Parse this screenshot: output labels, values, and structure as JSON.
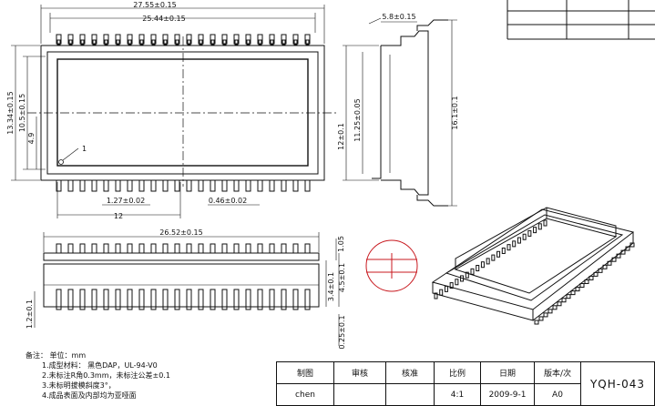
{
  "dims": {
    "top_outer": "27.55±0.15",
    "top_inner": "25.44±0.15",
    "left_13_34": "13.34±0.15",
    "left_10_5": "10.5±0.15",
    "left_4_9": "4.9",
    "pin_pitch": "1.27±0.02",
    "pin_width": "0.46±0.02",
    "pin_span": "12",
    "pin1_mark": "1",
    "side_top": "5.8±0.15",
    "side_12": "12±0.1",
    "side_11_25": "11.25±0.05",
    "side_16_1": "16.1±0.1",
    "front_width": "26.52±0.15",
    "front_1_05": "1.05",
    "front_3_4": "3.4±0.1",
    "front_4_5": "4.5±0.1",
    "front_1_2": "1.2±0.1",
    "front_0_25": "0.25±0.1"
  },
  "notes": {
    "header": "备注：   单位：mm",
    "line1": "1.成型材料：  黑色DAP，UL-94-V0",
    "line2": "2.未标注R角0.3mm，未标注公差±0.1",
    "line3": "3.未标明拔模斜度3°，",
    "line4": "4.成品表面及内部均为亚哑面"
  },
  "title_block": {
    "h_drawn": "制图",
    "h_checked": "审核",
    "h_approved": "核准",
    "h_scale": "比例",
    "h_date": "日期",
    "h_version": "版本/次",
    "drawn_by": "chen",
    "checked_by": "",
    "approved_by": "",
    "scale": "4:1",
    "date": "2009-9-1",
    "version": "A0",
    "part_number": "YQH-043"
  }
}
